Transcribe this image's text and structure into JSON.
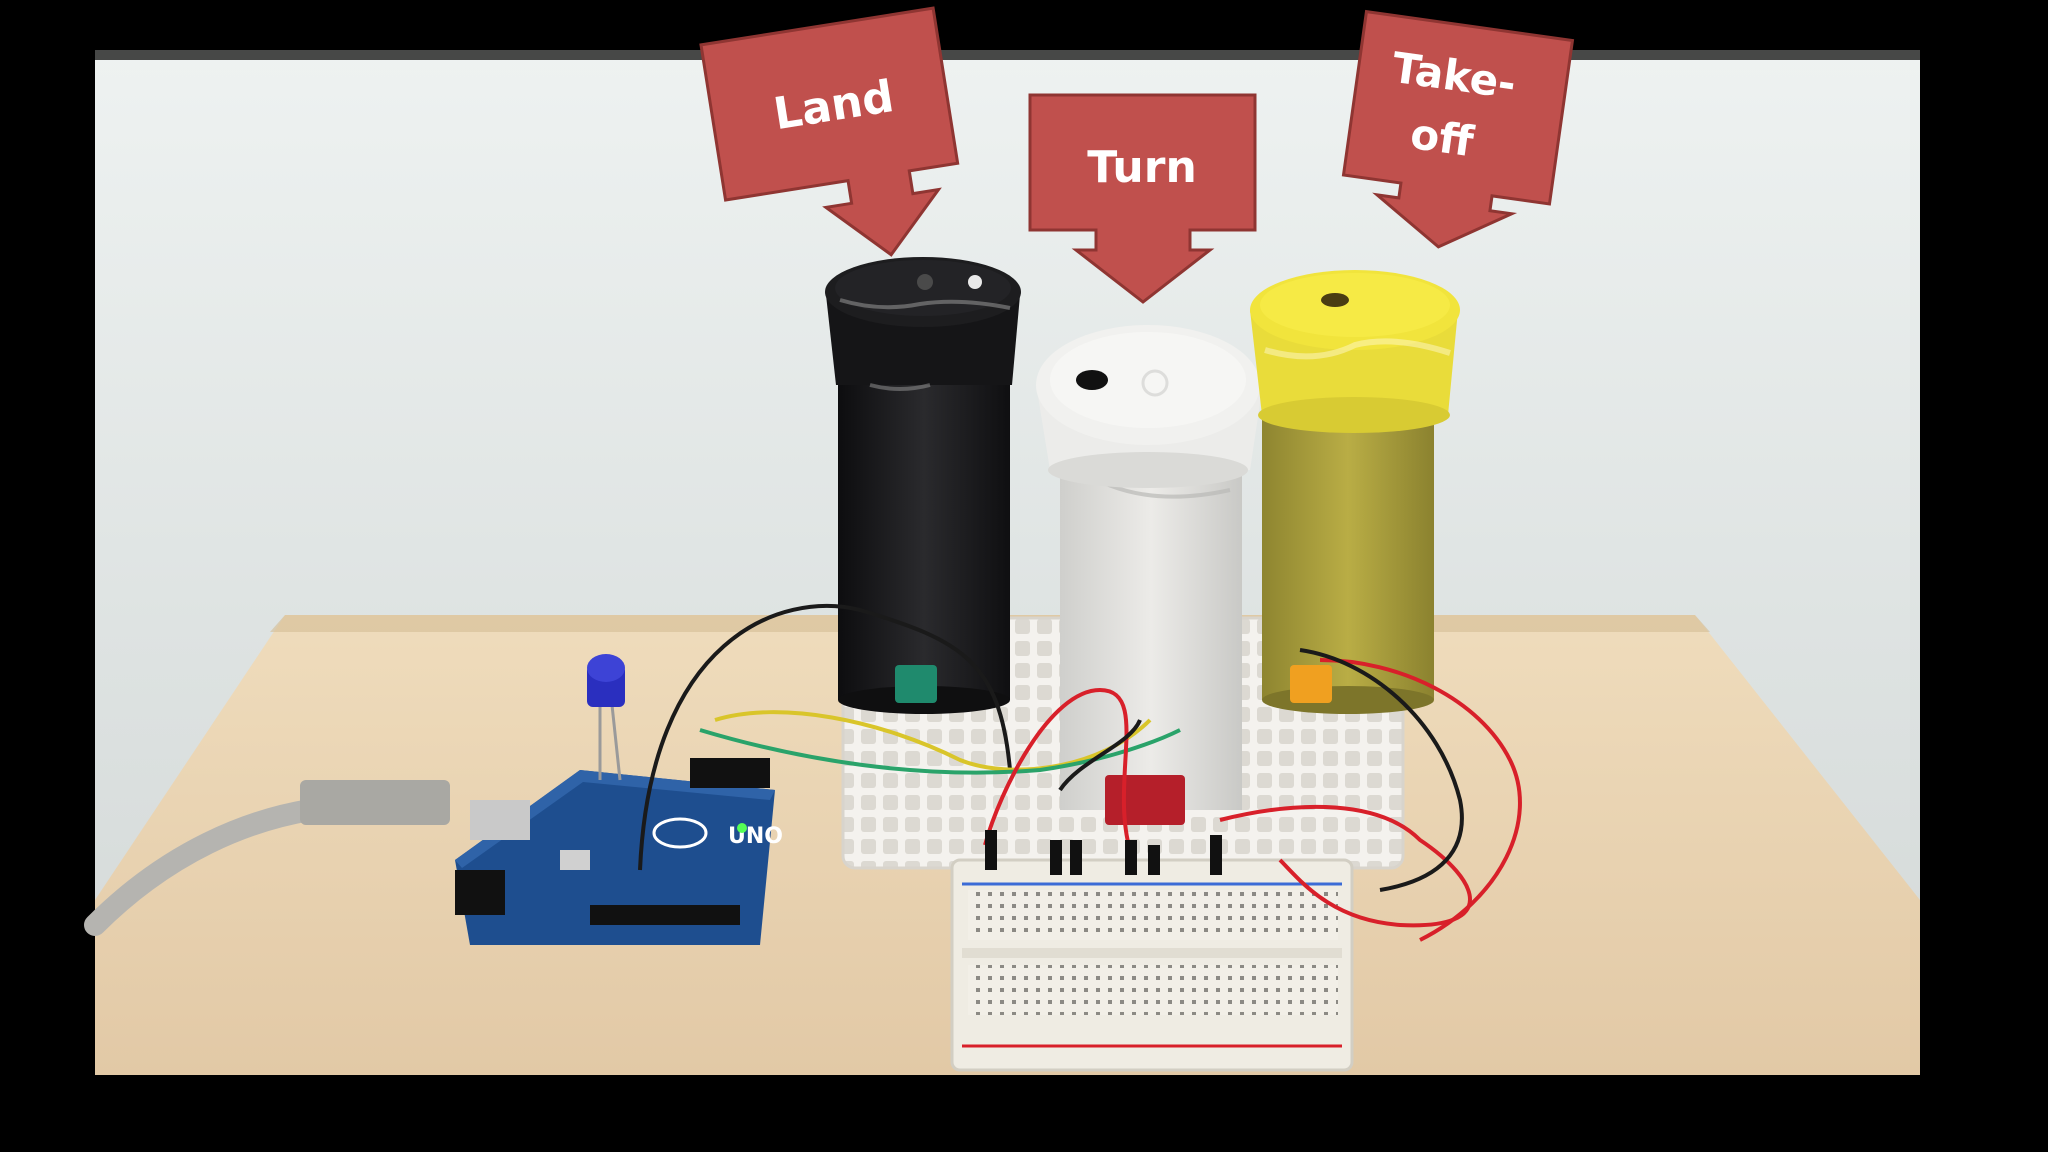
{
  "labels": {
    "land": "Land",
    "turn": "Turn",
    "takeoff_line1": "Take-",
    "takeoff_line2": "off"
  },
  "board": {
    "logo_text": "UNO"
  },
  "colors": {
    "letterbox": "#000000",
    "wall": "#d9dedd",
    "table": "#e6d2b3",
    "callout": "#c0504d",
    "callout_border": "#8f3532",
    "arduino": "#1e4e8f",
    "breadboard": "#efece3",
    "peg_board": "#f2f0ec",
    "tube_black": "#1b1b1d",
    "tube_white": "#e3e3e1",
    "tube_yellow": "#b5a83e",
    "cap_yellow": "#efe23b",
    "wire_red": "#d8202a",
    "wire_black": "#1a1a1a",
    "wire_yellow": "#d9c52a",
    "wire_green": "#2aa36a",
    "led_blue": "#2a2fbf",
    "usb_cable": "#b5b4b0"
  },
  "icons": {
    "arrow": "down-arrow-callout"
  }
}
